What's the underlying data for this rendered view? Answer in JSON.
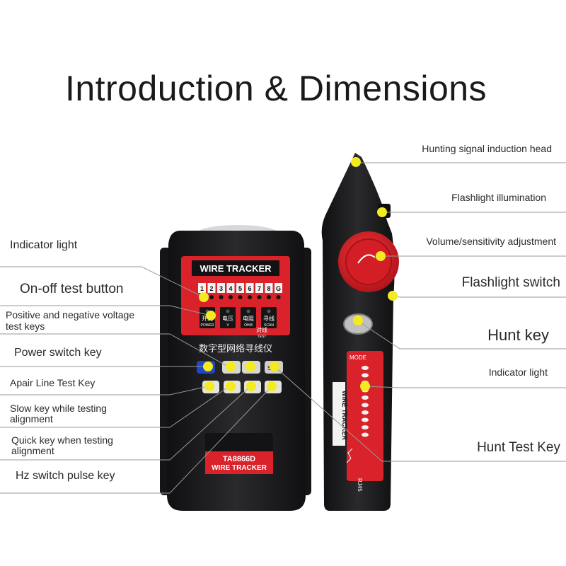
{
  "title": "Introduction & Dimensions",
  "device_left": {
    "brand_label": "WIRE TRACKER",
    "port_numbers": [
      "1",
      "2",
      "3",
      "4",
      "5",
      "6",
      "7",
      "8",
      "G"
    ],
    "key_labels": [
      {
        "cn": "开关",
        "en": "POWER"
      },
      {
        "cn": "电压",
        "en": "V"
      },
      {
        "cn": "电阻",
        "en": "OHM"
      },
      {
        "cn": "寻线",
        "en": "SCAN"
      }
    ],
    "test_cn": "对线",
    "test_en": "TEST",
    "cn_title": "数字型网络寻线仪",
    "model": "TA8866D",
    "model_sub": "WIRE TRACKER",
    "key_s": "S"
  },
  "device_right": {
    "mode_label": "MODE",
    "side_text": "WIRE TRACKER",
    "bottom_text": "RJ45"
  },
  "labels_left": [
    "Indicator light",
    "On-off test button",
    "Positive and negative voltage",
    "test keys",
    "Power switch key",
    "Apair Line Test Key",
    "Slow key while testing",
    "alignment",
    "Quick key when testing",
    "alignment",
    "Hz switch pulse key"
  ],
  "labels_right": [
    "Hunting signal induction head",
    "Flashlight illumination",
    "Volume/sensitivity adjustment",
    "Flashlight switch",
    "Hunt key",
    "Indicator light",
    "Hunt Test Key"
  ],
  "colors": {
    "device_body": "#1c1c1e",
    "accent_red": "#d9222a",
    "marker_yellow": "#f4ea22",
    "leader_line": "#9a9a9a"
  }
}
